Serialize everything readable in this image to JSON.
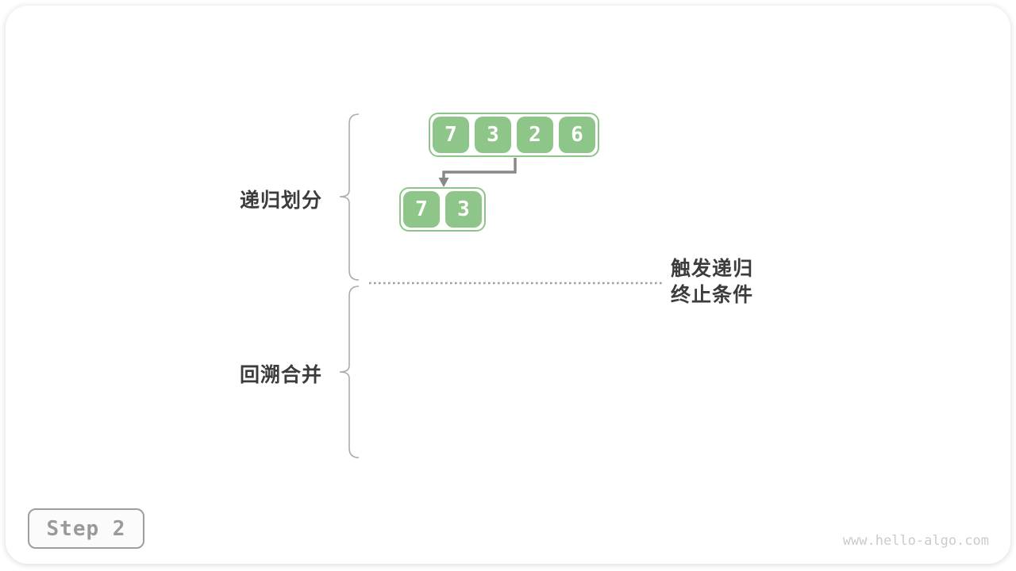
{
  "page": {
    "step_badge": "Step 2",
    "watermark": "www.hello-algo.com"
  },
  "diagram": {
    "labels": {
      "recursive_partition": "递归划分",
      "backtrack_merge": "回溯合并",
      "termination_line1": "触发递归",
      "termination_line2": "终止条件"
    },
    "arrays": {
      "top": [
        "7",
        "3",
        "2",
        "6"
      ],
      "sub": [
        "7",
        "3"
      ]
    },
    "colors": {
      "cell_green": "#8EC68A",
      "arrow_gray": "#878787",
      "brace_gray": "#ABABAB",
      "dotted_line_gray": "#9C9C9C",
      "label_dark": "#3C3C3C",
      "badge_gray": "#9A9A9A",
      "watermark_gray": "#CBCBCB"
    }
  }
}
